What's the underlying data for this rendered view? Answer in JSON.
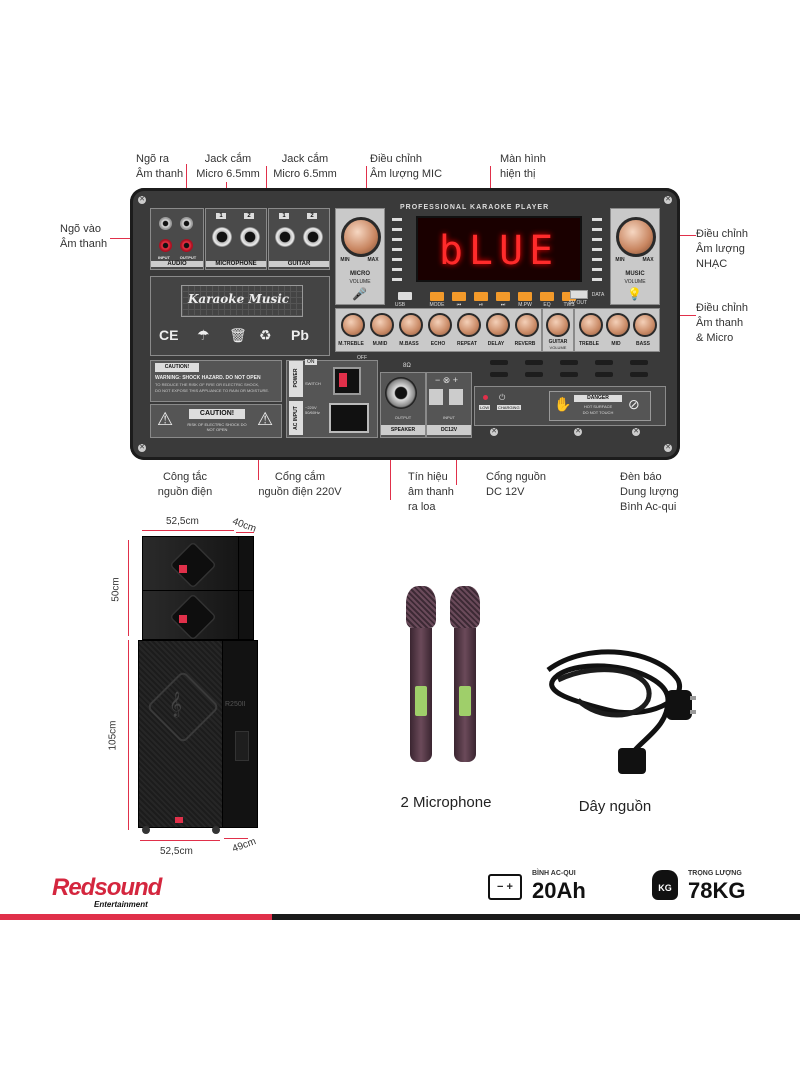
{
  "callouts": {
    "audio_out": "Ngõ ra\nÂm thanh",
    "mic_jack_1": "Jack cắm\nMicro 6.5mm",
    "mic_jack_2": "Jack cắm\nMicro 6.5mm",
    "mic_volume": "Điều chỉnh\nÂm lượng MIC",
    "display": "Màn hình\nhiện thị",
    "audio_in": "Ngõ vào\nÂm thanh",
    "music_volume": "Điều chỉnh\nÂm lượng\nNHẠC",
    "sound_mic": "Điều chỉnh\nÂm thanh\n& Micro",
    "power_switch": "Công tắc\nnguồn điện",
    "ac_input": "Cổng cắm\nnguồn điện 220V",
    "speaker_out": "Tín hiệu\nâm thanh\nra loa",
    "dc_input": "Cổng nguồn\nDC 12V",
    "battery_led": "Đèn báo\nDung lượng\nBình Ac-qui"
  },
  "panel": {
    "title": "PROFESSIONAL KARAOKE PLAYER",
    "display_text": "bLUE",
    "audio_label": "AUDIO",
    "input_label": "INPUT",
    "output_label": "OUTPUT",
    "microphone_label": "MICROPHONE",
    "guitar_label": "GUITAR",
    "jack_nums": [
      "1",
      "2",
      "1",
      "2"
    ],
    "micro_volume": "MICRO",
    "volume": "VOLUME",
    "music_volume": "MUSIC",
    "min": "MIN",
    "max": "MAX",
    "usb": "USB",
    "data": "DATA",
    "out_5v": "5V OUT",
    "buttons": [
      "MODE",
      "⏮",
      "⏯",
      "⏭",
      "M.PW",
      "EQ",
      "TWS"
    ],
    "knobs": [
      "M.TREBLE",
      "M.MID",
      "M.BASS",
      "ECHO",
      "REPEAT",
      "DELAY",
      "REVERB"
    ],
    "guitar_volume": "GUITAR",
    "tone_knobs": [
      "TREBLE",
      "MID",
      "BASS"
    ],
    "logo": "Karaoke Music",
    "logo_sub": "Pb",
    "cert": "CE",
    "caution_top": "CAUTION!",
    "warning_text": "WARNING: SHOCK HAZARD. DO NOT OPEN",
    "warning_sub1": "TO REDUCE THE RISK OF FIRE OR ELECTRIC SHOCK,",
    "warning_sub2": "DO NOT EXPOSE THIS APPLIANCE TO RAIN OR MOISTURE.",
    "caution_big": "CAUTION!",
    "caution_sub": "RISK OF ELECTRIC SHOCK DO NOT OPEN",
    "power": "POWER",
    "on": "ON",
    "off": "OFF",
    "switch": "SWITCH",
    "ac_input": "AC INPUT",
    "ac_spec": "~220V 50/60Hz",
    "ohm": "8Ω",
    "output": "OUTPUT",
    "speaker": "SPEAKER",
    "input": "INPUT",
    "dc12v": "DC12V",
    "low": "LOW",
    "charging": "CHARGING",
    "danger": "DANGER",
    "hot_surface": "HOT SURFACE",
    "do_not_touch": "DO NOT TOUCH"
  },
  "speaker": {
    "top_width": "52,5cm",
    "top_depth": "40cm",
    "top_height": "50cm",
    "bottom_height": "105cm",
    "bottom_width": "52,5cm",
    "bottom_depth": "49cm",
    "model": "R250II"
  },
  "accessories": {
    "mic_caption": "2 Microphone",
    "cable_caption": "Dây nguồn"
  },
  "footer": {
    "brand": "Redsound",
    "brand_sub": "Entertainment",
    "battery_label": "BÌNH AC-QUI",
    "battery_value": "20Ah",
    "weight_label": "TRỌNG LƯỢNG",
    "weight_value": "78KG",
    "kg_icon_text": "KG"
  },
  "colors": {
    "accent": "#e0304a",
    "panel": "#3a3a3a",
    "knob": "#c98a66",
    "display_red": "#ff2b2b",
    "button_orange": "#f39a2a"
  }
}
